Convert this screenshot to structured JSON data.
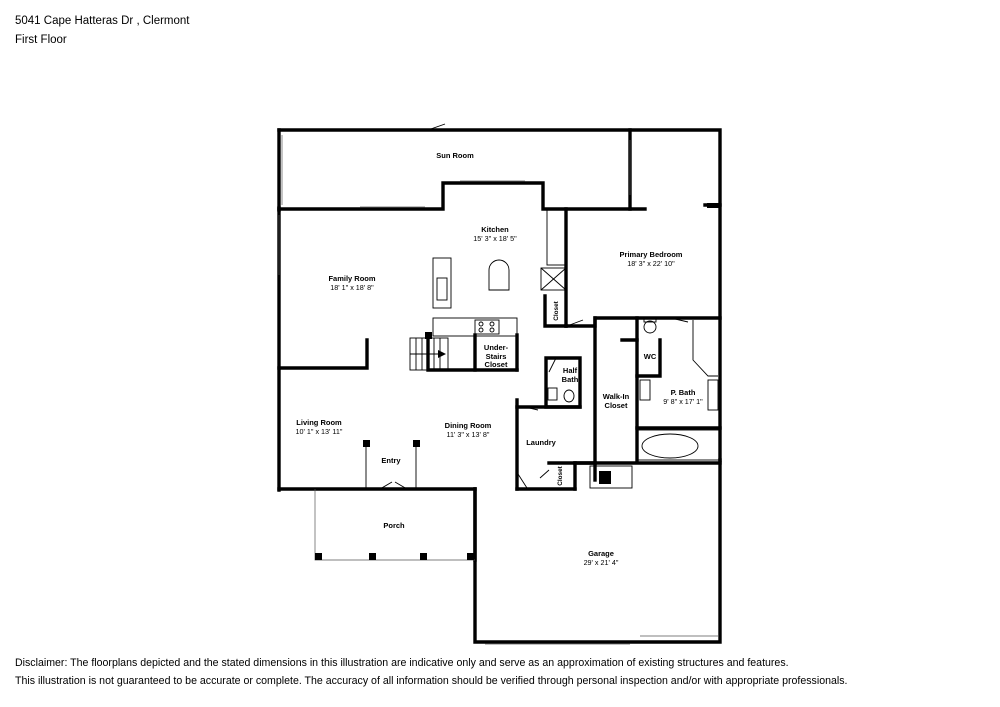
{
  "header": {
    "address": "5041 Cape Hatteras Dr , Clermont",
    "floor": "First Floor"
  },
  "rooms": {
    "sun_room": {
      "name": "Sun Room"
    },
    "kitchen": {
      "name": "Kitchen",
      "dims": "15' 3\" x 18' 5\""
    },
    "family_room": {
      "name": "Family Room",
      "dims": "18' 1\" x 18' 8\""
    },
    "primary_bedroom": {
      "name": "Primary Bedroom",
      "dims": "18' 3\" x 22' 10\""
    },
    "kitchen_closet": {
      "name": "Closet"
    },
    "under_stairs": {
      "line1": "Under-",
      "line2": "Stairs",
      "line3": "Closet"
    },
    "half_bath": {
      "line1": "Half",
      "line2": "Bath"
    },
    "walk_in": {
      "line1": "Walk-In",
      "line2": "Closet"
    },
    "wc": {
      "name": "WC"
    },
    "p_bath": {
      "name": "P. Bath",
      "dims": "9' 8\" x 17' 1\""
    },
    "living_room": {
      "name": "Living Room",
      "dims": "10' 1\" x 13' 11\""
    },
    "dining_room": {
      "name": "Dining Room",
      "dims": "11' 3\" x 13' 8\""
    },
    "laundry": {
      "name": "Laundry"
    },
    "entry": {
      "name": "Entry"
    },
    "laundry_closet": {
      "name": "Closet"
    },
    "porch": {
      "name": "Porch"
    },
    "garage": {
      "name": "Garage",
      "dims": "29' x 21' 4\""
    }
  },
  "disclaimer": {
    "line1": "Disclaimer: The floorplans depicted and the stated dimensions in this illustration are indicative only and serve as an approximation of existing structures and features.",
    "line2": "This illustration is not guaranteed to be accurate or complete. The accuracy of all information should be verified through personal inspection and/or with appropriate professionals."
  }
}
